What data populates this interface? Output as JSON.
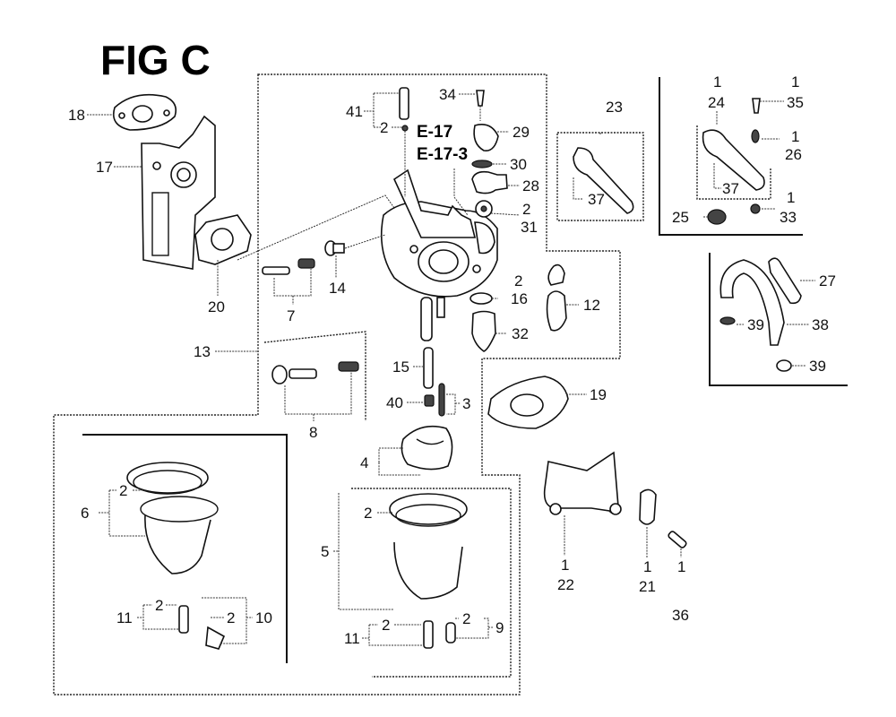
{
  "figure": {
    "title": "FIG C",
    "references": [
      "E-17",
      "E-17-3"
    ]
  },
  "callouts": {
    "c18": "18",
    "c17": "17",
    "c20": "20",
    "c13": "13",
    "c41": "41",
    "c41q": "2",
    "c34": "34",
    "c29": "29",
    "c30": "30",
    "c28": "28",
    "c31q": "2",
    "c31": "31",
    "c7": "7",
    "c14": "14",
    "c16q": "2",
    "c16": "16",
    "c32": "32",
    "c12": "12",
    "c15": "15",
    "c40": "40",
    "c3": "3",
    "c8": "8",
    "c19": "19",
    "c4": "4",
    "c23": "23",
    "c37a": "37",
    "c24q": "1",
    "c24": "24",
    "c35q": "1",
    "c35": "35",
    "c26q": "1",
    "c26": "26",
    "c37b": "37",
    "c25": "25",
    "c33q": "1",
    "c33": "33",
    "c27": "27",
    "c38": "38",
    "c39a": "39",
    "c39b": "39",
    "c6": "6",
    "c6q": "2",
    "c11a": "11",
    "c11aq": "2",
    "c10": "10",
    "c10q": "2",
    "c5": "5",
    "c5q": "2",
    "c11b": "11",
    "c11bq": "2",
    "c9": "9",
    "c9q": "2",
    "c22q": "1",
    "c22": "22",
    "c21q": "1",
    "c21": "21",
    "c36q": "1",
    "c36": "36"
  },
  "parts": [
    {
      "ref": "2",
      "desc": "qty marker"
    },
    {
      "ref": "3"
    },
    {
      "ref": "4"
    },
    {
      "ref": "5"
    },
    {
      "ref": "6"
    },
    {
      "ref": "7"
    },
    {
      "ref": "8"
    },
    {
      "ref": "9"
    },
    {
      "ref": "10"
    },
    {
      "ref": "11"
    },
    {
      "ref": "12"
    },
    {
      "ref": "13"
    },
    {
      "ref": "14"
    },
    {
      "ref": "15"
    },
    {
      "ref": "16"
    },
    {
      "ref": "17"
    },
    {
      "ref": "18"
    },
    {
      "ref": "19"
    },
    {
      "ref": "20"
    },
    {
      "ref": "21"
    },
    {
      "ref": "22"
    },
    {
      "ref": "23"
    },
    {
      "ref": "24"
    },
    {
      "ref": "25"
    },
    {
      "ref": "26"
    },
    {
      "ref": "27"
    },
    {
      "ref": "28"
    },
    {
      "ref": "29"
    },
    {
      "ref": "30"
    },
    {
      "ref": "31"
    },
    {
      "ref": "32"
    },
    {
      "ref": "33"
    },
    {
      "ref": "34"
    },
    {
      "ref": "35"
    },
    {
      "ref": "36"
    },
    {
      "ref": "37"
    },
    {
      "ref": "38"
    },
    {
      "ref": "39"
    },
    {
      "ref": "40"
    },
    {
      "ref": "41"
    }
  ]
}
